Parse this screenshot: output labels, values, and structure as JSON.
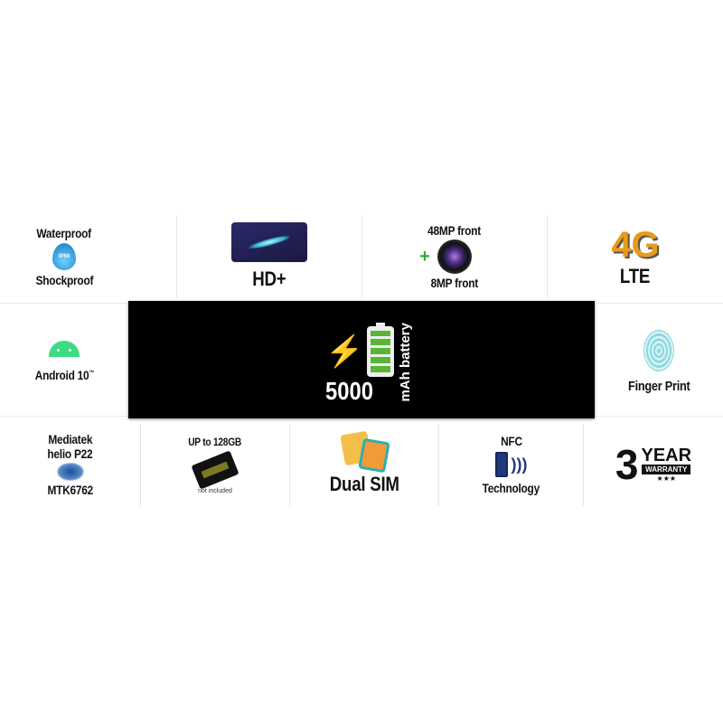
{
  "row1": {
    "waterproof": "Waterproof",
    "ip_badge": "IP68",
    "shockproof": "Shockproof",
    "hd": "HD+",
    "cam_front": "48MP front",
    "cam_plus": "+",
    "cam_8": "8MP front",
    "lte": "LTE",
    "lte_logo": "4G"
  },
  "row2": {
    "android": "Android 10",
    "tm": "™",
    "battery_number": "5000",
    "battery_unit": "mAh battery",
    "finger": "Finger Print"
  },
  "row3": {
    "mediatek": "Mediatek",
    "helio": "helio P22",
    "mtk": "MTK6762",
    "storage": "UP to 128GB",
    "not_included": "not included",
    "dual_sim": "Dual SIM",
    "nfc": "NFC",
    "technology": "Technology",
    "warranty_num": "3",
    "warranty_year": "YEAR",
    "warranty_word": "WARRANTY",
    "stars": "★★★"
  },
  "colors": {
    "battery_green": "#5ab536",
    "bolt_purple": "#4a3aa8",
    "android_green": "#3ddc84"
  }
}
